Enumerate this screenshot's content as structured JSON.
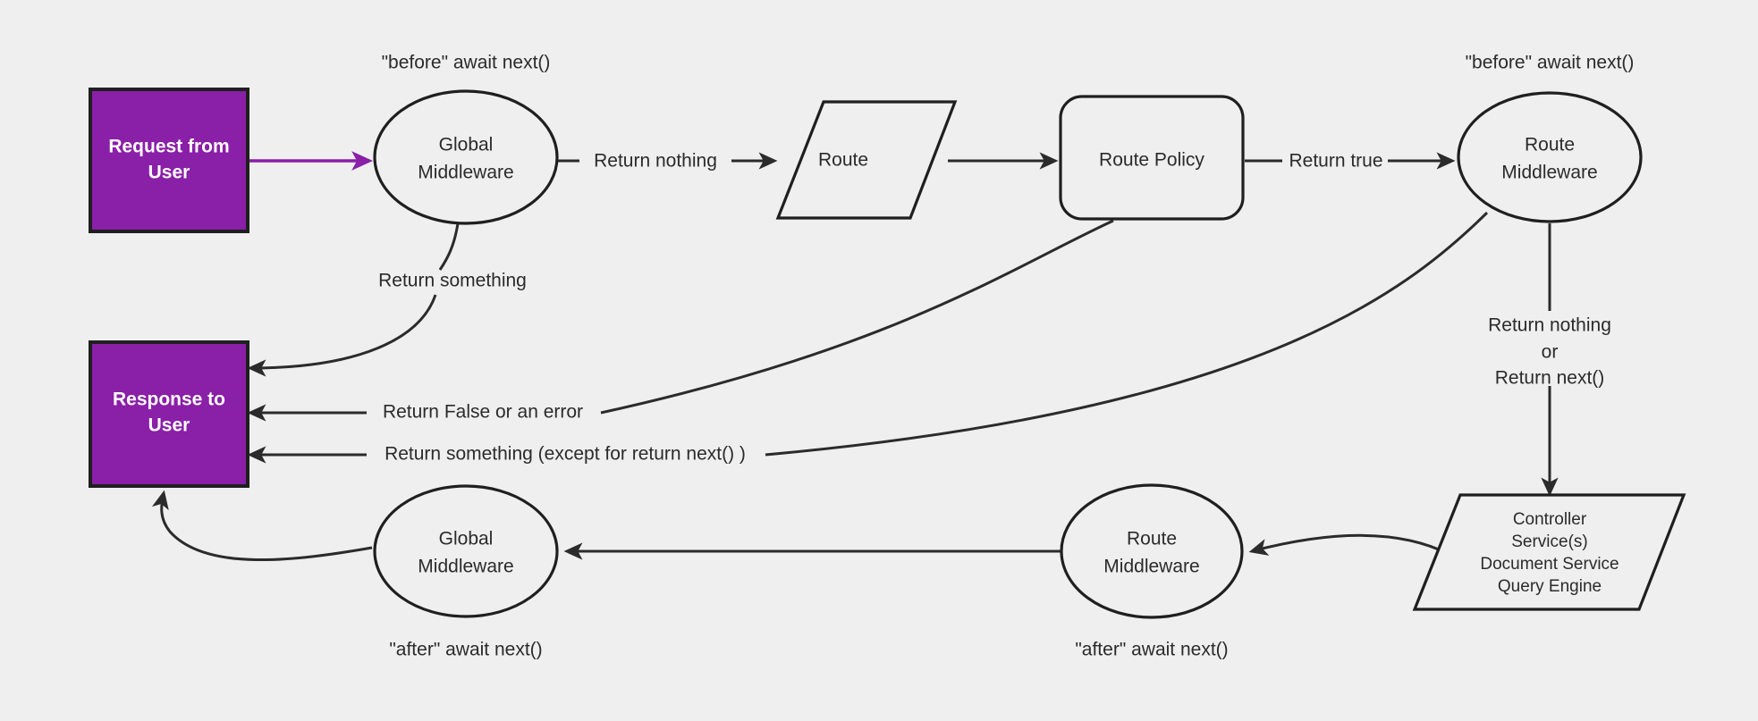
{
  "diagram": {
    "title": "Middleware request/response flow",
    "background_color": "#efefef",
    "accent_color": "#8a1fa8",
    "line_color": "#2b2b2b"
  },
  "nodes": {
    "request_box": {
      "line1": "Request from",
      "line2": "User",
      "shape": "rectangle",
      "fill": "#8a1fa8"
    },
    "response_box": {
      "line1": "Response to",
      "line2": "User",
      "shape": "rectangle",
      "fill": "#8a1fa8"
    },
    "global_middleware_top": {
      "line1": "Global",
      "line2": "Middleware",
      "shape": "ellipse"
    },
    "route": {
      "line1": "Route",
      "shape": "parallelogram"
    },
    "route_policy": {
      "line1": "Route Policy",
      "shape": "rounded-rectangle"
    },
    "route_middleware_top": {
      "line1": "Route",
      "line2": "Middleware",
      "shape": "ellipse"
    },
    "controller": {
      "line1": "Controller",
      "line2": "Service(s)",
      "line3": "Document Service",
      "line4": "Query Engine",
      "shape": "parallelogram"
    },
    "route_middleware_bottom": {
      "line1": "Route",
      "line2": "Middleware",
      "shape": "ellipse"
    },
    "global_middleware_bottom": {
      "line1": "Global",
      "line2": "Middleware",
      "shape": "ellipse"
    }
  },
  "annotations": {
    "before_await_next_left": "\"before\" await next()",
    "before_await_next_right": "\"before\" await next()",
    "after_await_next_left": "\"after\" await next()",
    "after_await_next_right": "\"after\" await next()"
  },
  "edge_labels": {
    "return_something_top": "Return something",
    "return_nothing": "Return nothing",
    "return_true": "Return true",
    "return_false_or_error": "Return False or an error",
    "return_something_except_next": "Return something (except for return next() )",
    "return_nothing_or_next_1": "Return nothing",
    "return_nothing_or_next_2": "or",
    "return_nothing_or_next_3": "Return next()"
  }
}
